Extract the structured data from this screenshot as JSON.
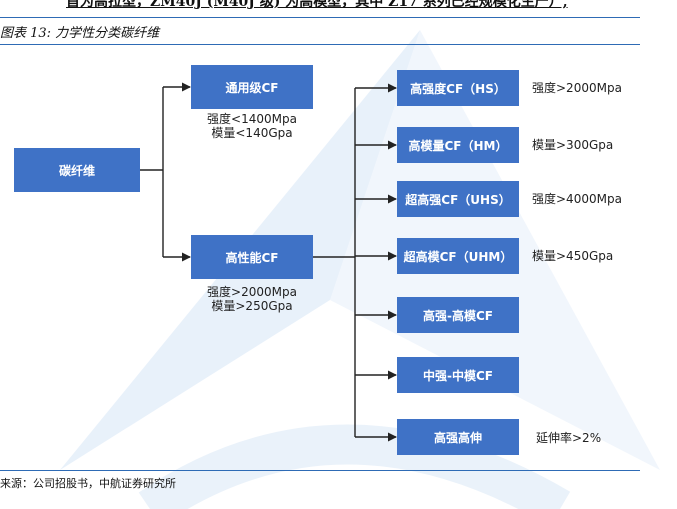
{
  "header_fragment": "首为高拉型，ZM40J (M40J 级) 为高模型，其中 Z17 系列已经规模化生产）,",
  "figure_title": "图表 13:  力学性分类碳纤维",
  "root": {
    "label": "碳纤维"
  },
  "level1": [
    {
      "label": "通用级CF",
      "notes": [
        "强度<1400Mpa",
        "模量<140Gpa"
      ]
    },
    {
      "label": "高性能CF",
      "notes": [
        "强度>2000Mpa",
        "模量>250Gpa"
      ]
    }
  ],
  "level2": [
    {
      "label": "高强度CF（HS）",
      "note": "强度>2000Mpa"
    },
    {
      "label": "高模量CF（HM）",
      "note": "模量>300Gpa"
    },
    {
      "label": "超高强CF（UHS）",
      "note": "强度>4000Mpa"
    },
    {
      "label": "超高模CF（UHM）",
      "note": "模量>450Gpa"
    },
    {
      "label": "高强-高模CF",
      "note": ""
    },
    {
      "label": "中强-中模CF",
      "note": ""
    },
    {
      "label": "高强高伸",
      "note": "延伸率>2%"
    }
  ],
  "source": "来源：公司招股书，中航证券研究所",
  "colors": {
    "box": "#3f72c6",
    "rule": "#2e6bb5",
    "watermark": "#cfe0f4"
  }
}
